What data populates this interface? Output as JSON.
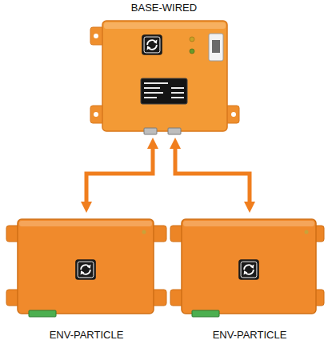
{
  "diagram": {
    "nodes": [
      {
        "text": [
          "BASE-WIRED"
        ]
      },
      {
        "text": [
          "ENV-PARTICLE"
        ]
      },
      {
        "text": [
          "ENV-PARTICLE"
        ]
      }
    ],
    "edges": [
      {
        "from": 0,
        "to": 1,
        "arrow": "both"
      },
      {
        "from": 0,
        "to": 2,
        "arrow": "both"
      }
    ]
  }
}
